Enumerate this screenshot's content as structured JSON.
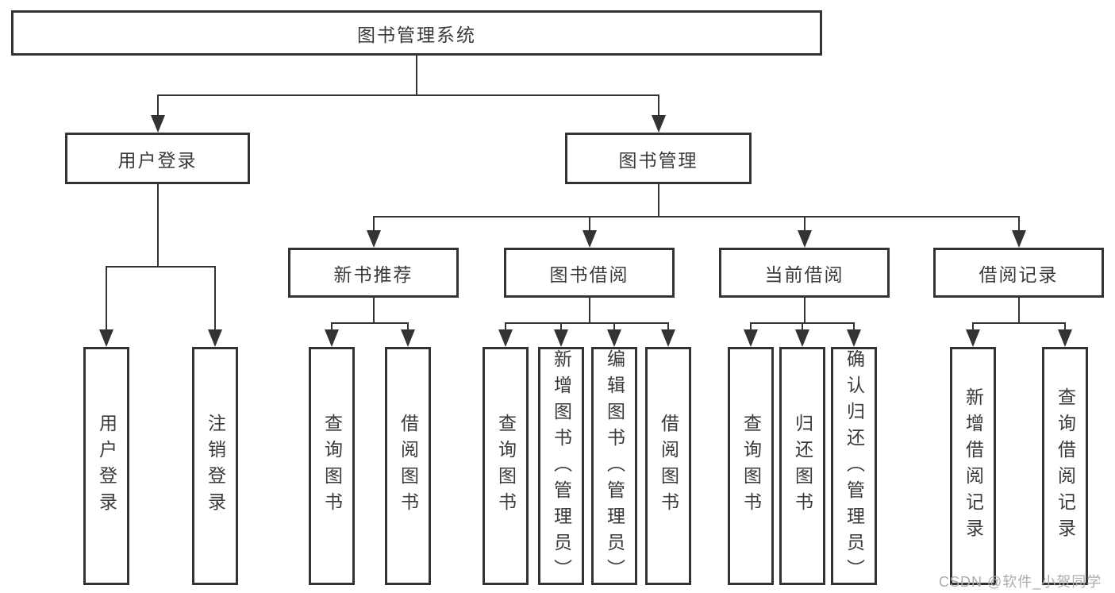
{
  "diagram": {
    "root_label": "图书管理系统",
    "level2": {
      "user_login": "用户登录",
      "book_management": "图书管理"
    },
    "level3": {
      "new_book_recommend": "新书推荐",
      "book_borrow": "图书借阅",
      "current_borrow": "当前借阅",
      "borrow_record": "借阅记录"
    },
    "leaves": {
      "user_login": "用户登录",
      "logout": "注销登录",
      "nb_query_book": "查询图书",
      "nb_borrow_book": "借阅图书",
      "bb_query_book": "查询图书",
      "bb_add_book_admin": "新增图书（管理员）",
      "bb_edit_book_admin": "编辑图书（管理员）",
      "bb_borrow_book": "借阅图书",
      "cb_query_book": "查询图书",
      "cb_return_book": "归还图书",
      "cb_confirm_return_admin": "确认归还（管理员）",
      "br_add_record": "新增借阅记录",
      "br_query_record": "查询借阅记录"
    }
  },
  "watermark": "CSDN @软件_小贺同学",
  "colors": {
    "line": "#333333",
    "box_border": "#333333",
    "text": "#3a3a3a",
    "background": "#ffffff",
    "watermark": "#adadad"
  }
}
